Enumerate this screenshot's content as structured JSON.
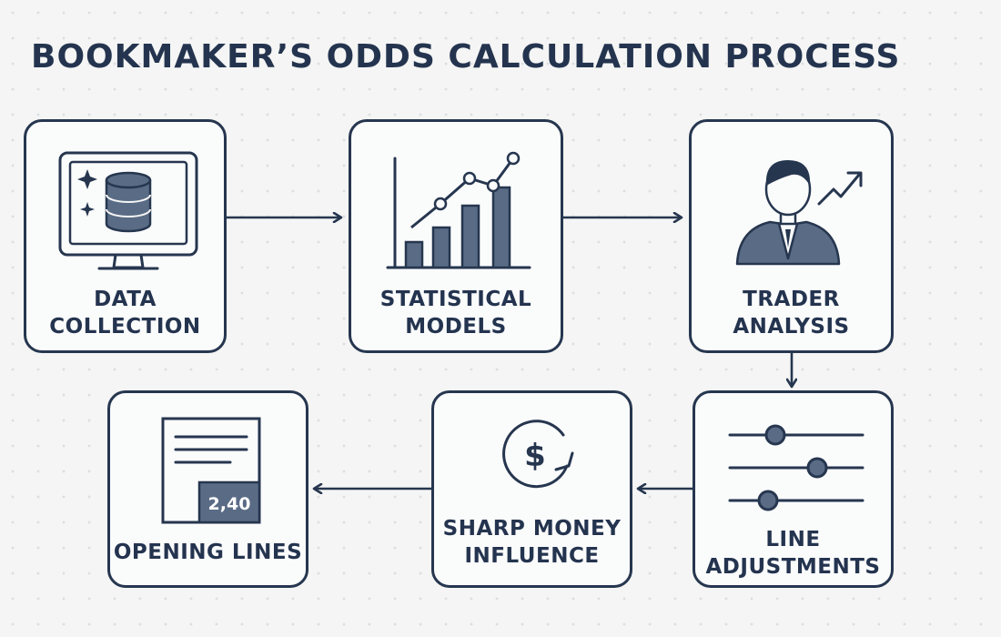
{
  "title": "BOOKMAKER’S ODDS CALCULATION PROCESS",
  "steps": [
    {
      "id": "data-collection",
      "label_line1": "DATA",
      "label_line2": "COLLECTION",
      "icon": "database-monitor-icon"
    },
    {
      "id": "statistical-models",
      "label_line1": "STATISTICAL",
      "label_line2": "MODELS",
      "icon": "bar-chart-trend-icon"
    },
    {
      "id": "trader-analysis",
      "label_line1": "TRADER",
      "label_line2": "ANALYSIS",
      "icon": "trader-person-icon"
    },
    {
      "id": "line-adjustments",
      "label_line1": "LINE",
      "label_line2": "ADJUSTMENTS",
      "icon": "sliders-icon"
    },
    {
      "id": "sharp-money-influence",
      "label_line1": "SHARP MONEY",
      "label_line2": "INFLUENCE",
      "icon": "dollar-cycle-icon"
    },
    {
      "id": "opening-lines",
      "label_line1": "OPENING LINES",
      "label_line2": "",
      "icon": "document-odds-icon",
      "odds_value": "2,40"
    }
  ],
  "colors": {
    "ink": "#26364f",
    "fill": "#5a6b85",
    "background": "#f4f5f4"
  }
}
